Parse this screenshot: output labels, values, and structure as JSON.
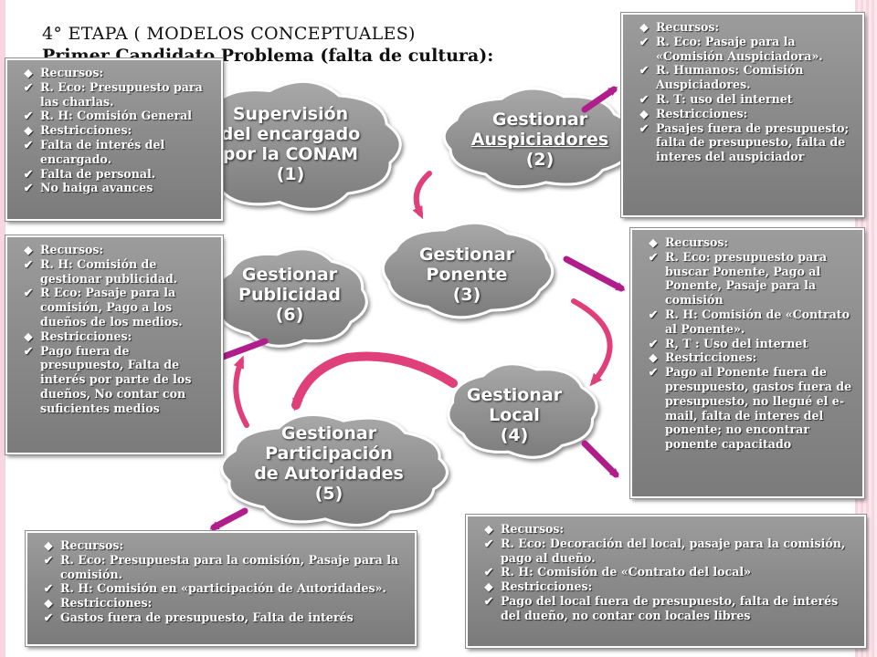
{
  "title_line1": "4° ETAPA ( MODELOS CONCEPTUALES)",
  "title_line2": "Primer Candidato Problema (falta de cultura):",
  "nodes": [
    {
      "label": [
        "Supervisión",
        "del encargado",
        "por la CONAM",
        "(1)"
      ]
    },
    {
      "label": [
        "Gestionar",
        "Auspiciadores",
        "(2)"
      ]
    },
    {
      "label": [
        "Gestionar",
        "Ponente",
        "(3)"
      ]
    },
    {
      "label": [
        "Gestionar",
        "Local",
        "(4)"
      ]
    },
    {
      "label": [
        "Gestionar",
        "Participación",
        "de Autoridades",
        "(5)"
      ]
    },
    {
      "label": [
        "Gestionar",
        "Publicidad",
        "(6)"
      ]
    }
  ],
  "boxes": [
    {
      "items": [
        {
          "marker": "diamond",
          "text": "Recursos:"
        },
        {
          "marker": "check",
          "text": "R. Eco: Presupuesto para las charlas."
        },
        {
          "marker": "check",
          "text": "R. H: Comisión General"
        },
        {
          "marker": "diamond",
          "text": "Restricciones:"
        },
        {
          "marker": "check",
          "text": "Falta de interés del encargado."
        },
        {
          "marker": "check",
          "text": "Falta de personal."
        },
        {
          "marker": "check",
          "text": "No haiga avances"
        }
      ]
    },
    {
      "items": [
        {
          "marker": "diamond",
          "text": "Recursos:"
        },
        {
          "marker": "check",
          "text": "R. Eco: Pasaje para la «Comisión Auspiciadora»."
        },
        {
          "marker": "check",
          "text": "R. Humanos: Comisión Auspiciadores."
        },
        {
          "marker": "check",
          "text": "R. T: uso del internet"
        },
        {
          "marker": "diamond",
          "text": "Restricciones:"
        },
        {
          "marker": "check",
          "text": "Pasajes fuera de presupuesto; falta de presupuesto, falta de interes del auspiciador"
        }
      ]
    },
    {
      "items": [
        {
          "marker": "diamond",
          "text": "Recursos:"
        },
        {
          "marker": "check",
          "text": "R. H: Comisión de gestionar publicidad."
        },
        {
          "marker": "check",
          "text": "R Eco: Pasaje para la comisión, Pago a los dueños de los medios."
        },
        {
          "marker": "diamond",
          "text": "Restricciones:"
        },
        {
          "marker": "check",
          "text": "Pago fuera de presupuesto, Falta de interés por parte de los dueños, No contar con suficientes medios"
        }
      ]
    },
    {
      "items": [
        {
          "marker": "diamond",
          "text": "Recursos:"
        },
        {
          "marker": "check",
          "text": "R. Eco: presupuesto para buscar Ponente, Pago al Ponente, Pasaje para la comisión"
        },
        {
          "marker": "check",
          "text": "R. H: Comisión de «Contrato al Ponente»."
        },
        {
          "marker": "check",
          "text": "R, T : Uso del internet"
        },
        {
          "marker": "diamond",
          "text": "Restricciones:"
        },
        {
          "marker": "check",
          "text": "Pago al Ponente fuera de presupuesto, gastos fuera de presupuesto, no llegué el e-mail, falta de interes del ponente; no encontrar ponente capacitado"
        }
      ]
    },
    {
      "items": [
        {
          "marker": "diamond",
          "text": "Recursos:"
        },
        {
          "marker": "check",
          "text": "R. Eco: Presupuesta para la comisión, Pasaje para la comisión."
        },
        {
          "marker": "check",
          "text": "R. H: Comisión en «participación de Autoridades»."
        },
        {
          "marker": "diamond",
          "text": "Restricciones:"
        },
        {
          "marker": "check",
          "text": "Gastos fuera de presupuesto, Falta de interés"
        }
      ]
    },
    {
      "items": [
        {
          "marker": "diamond",
          "text": "Recursos:"
        },
        {
          "marker": "check",
          "text": "R. Eco: Decoración del local, pasaje para la comisión, pago al dueño."
        },
        {
          "marker": "check",
          "text": "R. H: Comisión de «Contrato del local»"
        },
        {
          "marker": "diamond",
          "text": "Restricciones:"
        },
        {
          "marker": "check",
          "text": "Pago del local fuera de presupuesto, falta de interés del dueño, no contar con locales libres"
        }
      ]
    }
  ],
  "icons": {
    "diamond": "black-diamond-bullet-icon",
    "check": "check-mark-icon"
  },
  "colors": {
    "arrow_magenta": "#b01e8c",
    "cycle_arrow": "#e0407a",
    "box_grey": "#8e8e8e",
    "cloud_grey": "#8f8f8f"
  }
}
